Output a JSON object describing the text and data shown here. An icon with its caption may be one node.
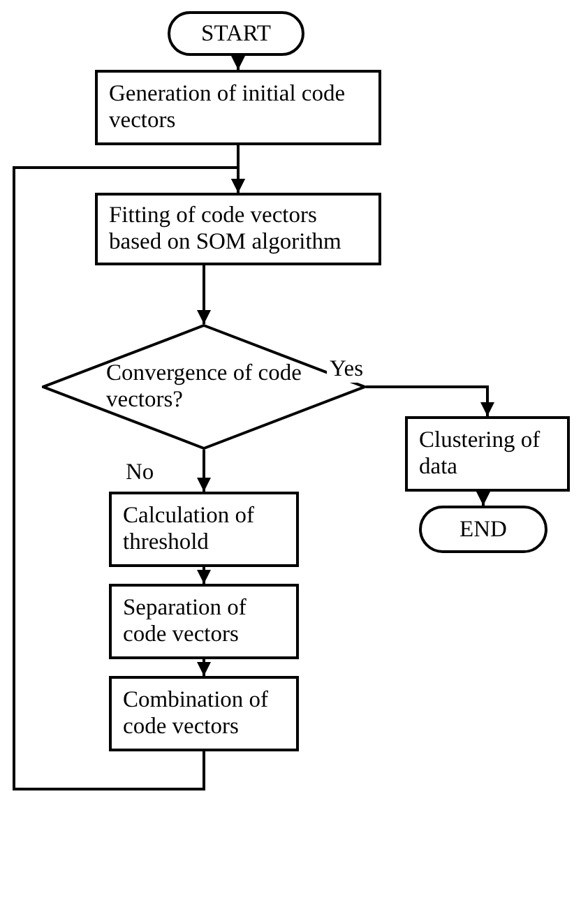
{
  "diagram": {
    "nodes": [
      {
        "text": [
          "START"
        ]
      },
      {
        "text": [
          "Generation of initial code vectors"
        ]
      },
      {
        "text": [
          "Fitting of code vectors based on SOM algorithm"
        ]
      },
      {
        "text": [
          "Convergence of code vectors?"
        ]
      },
      {
        "text": [
          "Clustering of data"
        ]
      },
      {
        "text": [
          "END"
        ]
      },
      {
        "text": [
          "Calculation of threshold"
        ]
      },
      {
        "text": [
          "Separation of code vectors"
        ]
      },
      {
        "text": [
          "Combination of code vectors"
        ]
      }
    ],
    "edges": [
      {
        "from": 0,
        "to": 1,
        "arrow": "to"
      },
      {
        "from": 1,
        "to": 2,
        "arrow": "to"
      },
      {
        "from": 2,
        "to": 3,
        "arrow": "to"
      },
      {
        "from": 3,
        "to": 4,
        "arrow": "to",
        "label": "Yes"
      },
      {
        "from": 4,
        "to": 5,
        "arrow": "to"
      },
      {
        "from": 3,
        "to": 6,
        "arrow": "to",
        "label": "No"
      },
      {
        "from": 6,
        "to": 7,
        "arrow": "to"
      },
      {
        "from": 7,
        "to": 8,
        "arrow": "to"
      },
      {
        "from": 8,
        "to": 2,
        "arrow": "to"
      }
    ]
  }
}
